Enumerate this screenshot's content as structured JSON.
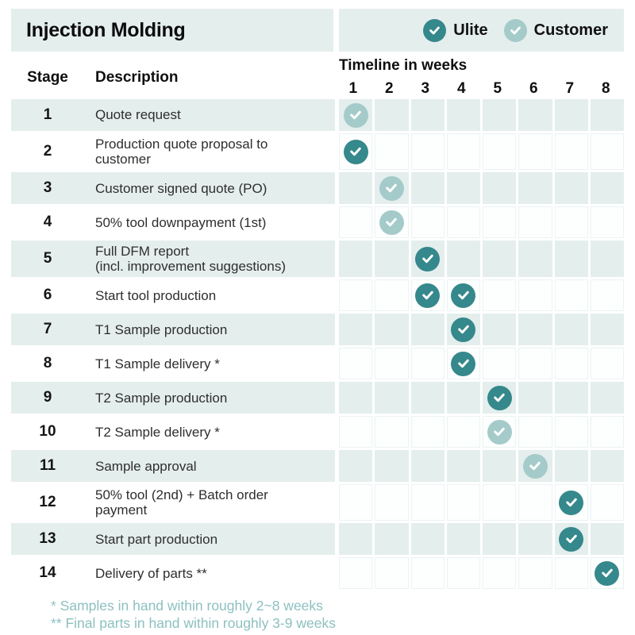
{
  "header": {
    "title": "Injection Molding",
    "legend": [
      {
        "label": "Ulite",
        "by": "ulite"
      },
      {
        "label": "Customer",
        "by": "customer"
      }
    ]
  },
  "columns": {
    "stage": "Stage",
    "description": "Description",
    "timeline": "Timeline in weeks",
    "weeks": [
      "1",
      "2",
      "3",
      "4",
      "5",
      "6",
      "7",
      "8"
    ]
  },
  "colors": {
    "ulite": "#35888b",
    "customer": "#a4cbca",
    "band": "#e4eeed",
    "note": "#8dc0c0"
  },
  "rows": [
    {
      "stage": "1",
      "description": "Quote request",
      "checks": [
        {
          "week": 1,
          "by": "customer"
        }
      ]
    },
    {
      "stage": "2",
      "description": "Production quote proposal to\ncustomer",
      "checks": [
        {
          "week": 1,
          "by": "ulite"
        }
      ]
    },
    {
      "stage": "3",
      "description": "Customer signed quote  (PO)",
      "checks": [
        {
          "week": 2,
          "by": "customer"
        }
      ]
    },
    {
      "stage": "4",
      "description": "50% tool downpayment  (1st)",
      "checks": [
        {
          "week": 2,
          "by": "customer"
        }
      ]
    },
    {
      "stage": "5",
      "description": "Full DFM report\n(incl. improvement suggestions)",
      "checks": [
        {
          "week": 3,
          "by": "ulite"
        }
      ]
    },
    {
      "stage": "6",
      "description": "Start tool production",
      "checks": [
        {
          "week": 3,
          "by": "ulite"
        },
        {
          "week": 4,
          "by": "ulite"
        }
      ]
    },
    {
      "stage": "7",
      "description": "T1 Sample production",
      "checks": [
        {
          "week": 4,
          "by": "ulite"
        }
      ]
    },
    {
      "stage": "8",
      "description": "T1 Sample delivery *",
      "checks": [
        {
          "week": 4,
          "by": "ulite"
        }
      ]
    },
    {
      "stage": "9",
      "description": "T2 Sample production",
      "checks": [
        {
          "week": 5,
          "by": "ulite"
        }
      ]
    },
    {
      "stage": "10",
      "description": "T2 Sample delivery *",
      "checks": [
        {
          "week": 5,
          "by": "customer"
        }
      ]
    },
    {
      "stage": "11",
      "description": "Sample approval",
      "checks": [
        {
          "week": 6,
          "by": "customer"
        }
      ]
    },
    {
      "stage": "12",
      "description": "50% tool (2nd) + Batch order\npayment",
      "checks": [
        {
          "week": 7,
          "by": "ulite"
        }
      ]
    },
    {
      "stage": "13",
      "description": "Start part production",
      "checks": [
        {
          "week": 7,
          "by": "ulite"
        }
      ]
    },
    {
      "stage": "14",
      "description": "Delivery of parts **",
      "checks": [
        {
          "week": 8,
          "by": "ulite"
        }
      ]
    }
  ],
  "notes": [
    "* Samples in hand within roughly 2~8 weeks",
    "** Final parts in hand within roughly 3-9 weeks"
  ]
}
